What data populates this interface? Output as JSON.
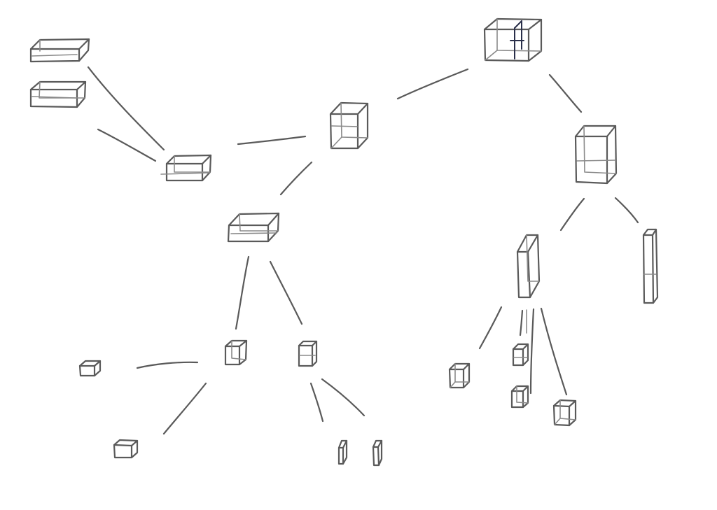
{
  "diagram": {
    "kind": "hand-drawn network sketch",
    "nodes": [
      {
        "id": "box-a",
        "shape": "flat-box"
      },
      {
        "id": "box-b",
        "shape": "flat-box"
      },
      {
        "id": "box-c",
        "shape": "flat-box"
      },
      {
        "id": "box-d",
        "shape": "cube"
      },
      {
        "id": "box-e",
        "shape": "wide-cube"
      },
      {
        "id": "box-f",
        "shape": "flat-box"
      },
      {
        "id": "box-g",
        "shape": "tall-box"
      },
      {
        "id": "box-h",
        "shape": "tower"
      },
      {
        "id": "box-i",
        "shape": "thin-tower"
      },
      {
        "id": "box-j",
        "shape": "small-cube"
      },
      {
        "id": "box-k",
        "shape": "small-cube"
      },
      {
        "id": "box-l",
        "shape": "tiny-flat"
      },
      {
        "id": "box-m",
        "shape": "tiny-flat"
      },
      {
        "id": "box-n",
        "shape": "tiny-slab"
      },
      {
        "id": "box-o",
        "shape": "tiny-slab"
      },
      {
        "id": "box-p",
        "shape": "small-cube"
      },
      {
        "id": "box-q",
        "shape": "small-cube"
      },
      {
        "id": "box-r",
        "shape": "small-cube"
      },
      {
        "id": "box-s",
        "shape": "small-cube"
      }
    ],
    "edges": [
      [
        "box-a",
        "box-c"
      ],
      [
        "box-b",
        "box-c"
      ],
      [
        "box-c",
        "box-d"
      ],
      [
        "box-d",
        "box-e"
      ],
      [
        "box-d",
        "box-f"
      ],
      [
        "box-e",
        "box-g"
      ],
      [
        "box-f",
        "box-j"
      ],
      [
        "box-f",
        "box-k"
      ],
      [
        "box-j",
        "box-l"
      ],
      [
        "box-j",
        "box-m"
      ],
      [
        "box-k",
        "box-n"
      ],
      [
        "box-k",
        "box-o"
      ],
      [
        "box-g",
        "box-h"
      ],
      [
        "box-g",
        "box-i"
      ],
      [
        "box-h",
        "box-p"
      ],
      [
        "box-h",
        "box-q"
      ],
      [
        "box-h",
        "box-r"
      ],
      [
        "box-h",
        "box-s"
      ]
    ],
    "colors": {
      "pencil": "#5a5a5a",
      "ink_accent": "#2a2f4a",
      "paper": "#ffffff"
    }
  }
}
